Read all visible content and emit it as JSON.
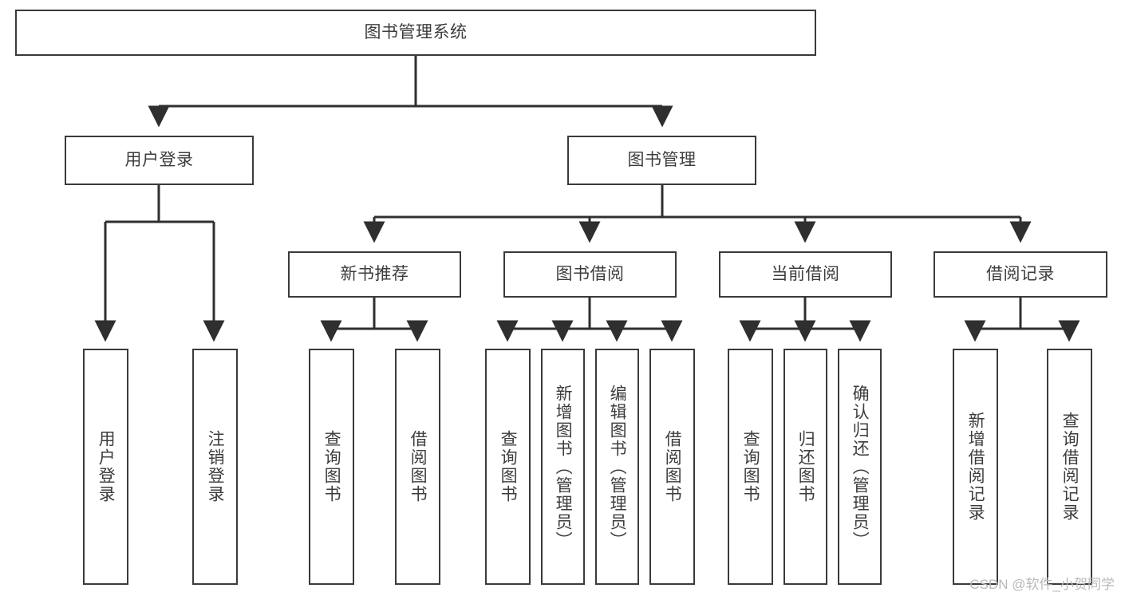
{
  "diagram": {
    "title": "图书管理系统",
    "type": "tree",
    "watermark": "CSDN @软件_小贺同学",
    "colors": {
      "node_border": "#3a3a3a",
      "node_fill": "#ffffff",
      "edge": "#2f2f2f",
      "text": "#3d3d3d",
      "watermark": "#b9b9b9",
      "background": "#ffffff"
    }
  },
  "nodes": {
    "root": {
      "label": "图书管理系统"
    },
    "level2": [
      {
        "label": "用户登录"
      },
      {
        "label": "图书管理"
      }
    ],
    "level3": [
      {
        "label": "新书推荐"
      },
      {
        "label": "图书借阅"
      },
      {
        "label": "当前借阅"
      },
      {
        "label": "借阅记录"
      }
    ],
    "leaves": {
      "user_login": [
        {
          "label": "用户登录"
        },
        {
          "label": "注销登录"
        }
      ],
      "new_book": [
        {
          "label": "查询图书"
        },
        {
          "label": "借阅图书"
        }
      ],
      "book_borrow": [
        {
          "label": "查询图书"
        },
        {
          "label": "新增图书（管理员）"
        },
        {
          "label": "编辑图书（管理员）"
        },
        {
          "label": "借阅图书"
        }
      ],
      "current_borrow": [
        {
          "label": "查询图书"
        },
        {
          "label": "归还图书"
        },
        {
          "label": "确认归还（管理员）"
        }
      ],
      "borrow_record": [
        {
          "label": "新增借阅记录"
        },
        {
          "label": "查询借阅记录"
        }
      ]
    }
  }
}
